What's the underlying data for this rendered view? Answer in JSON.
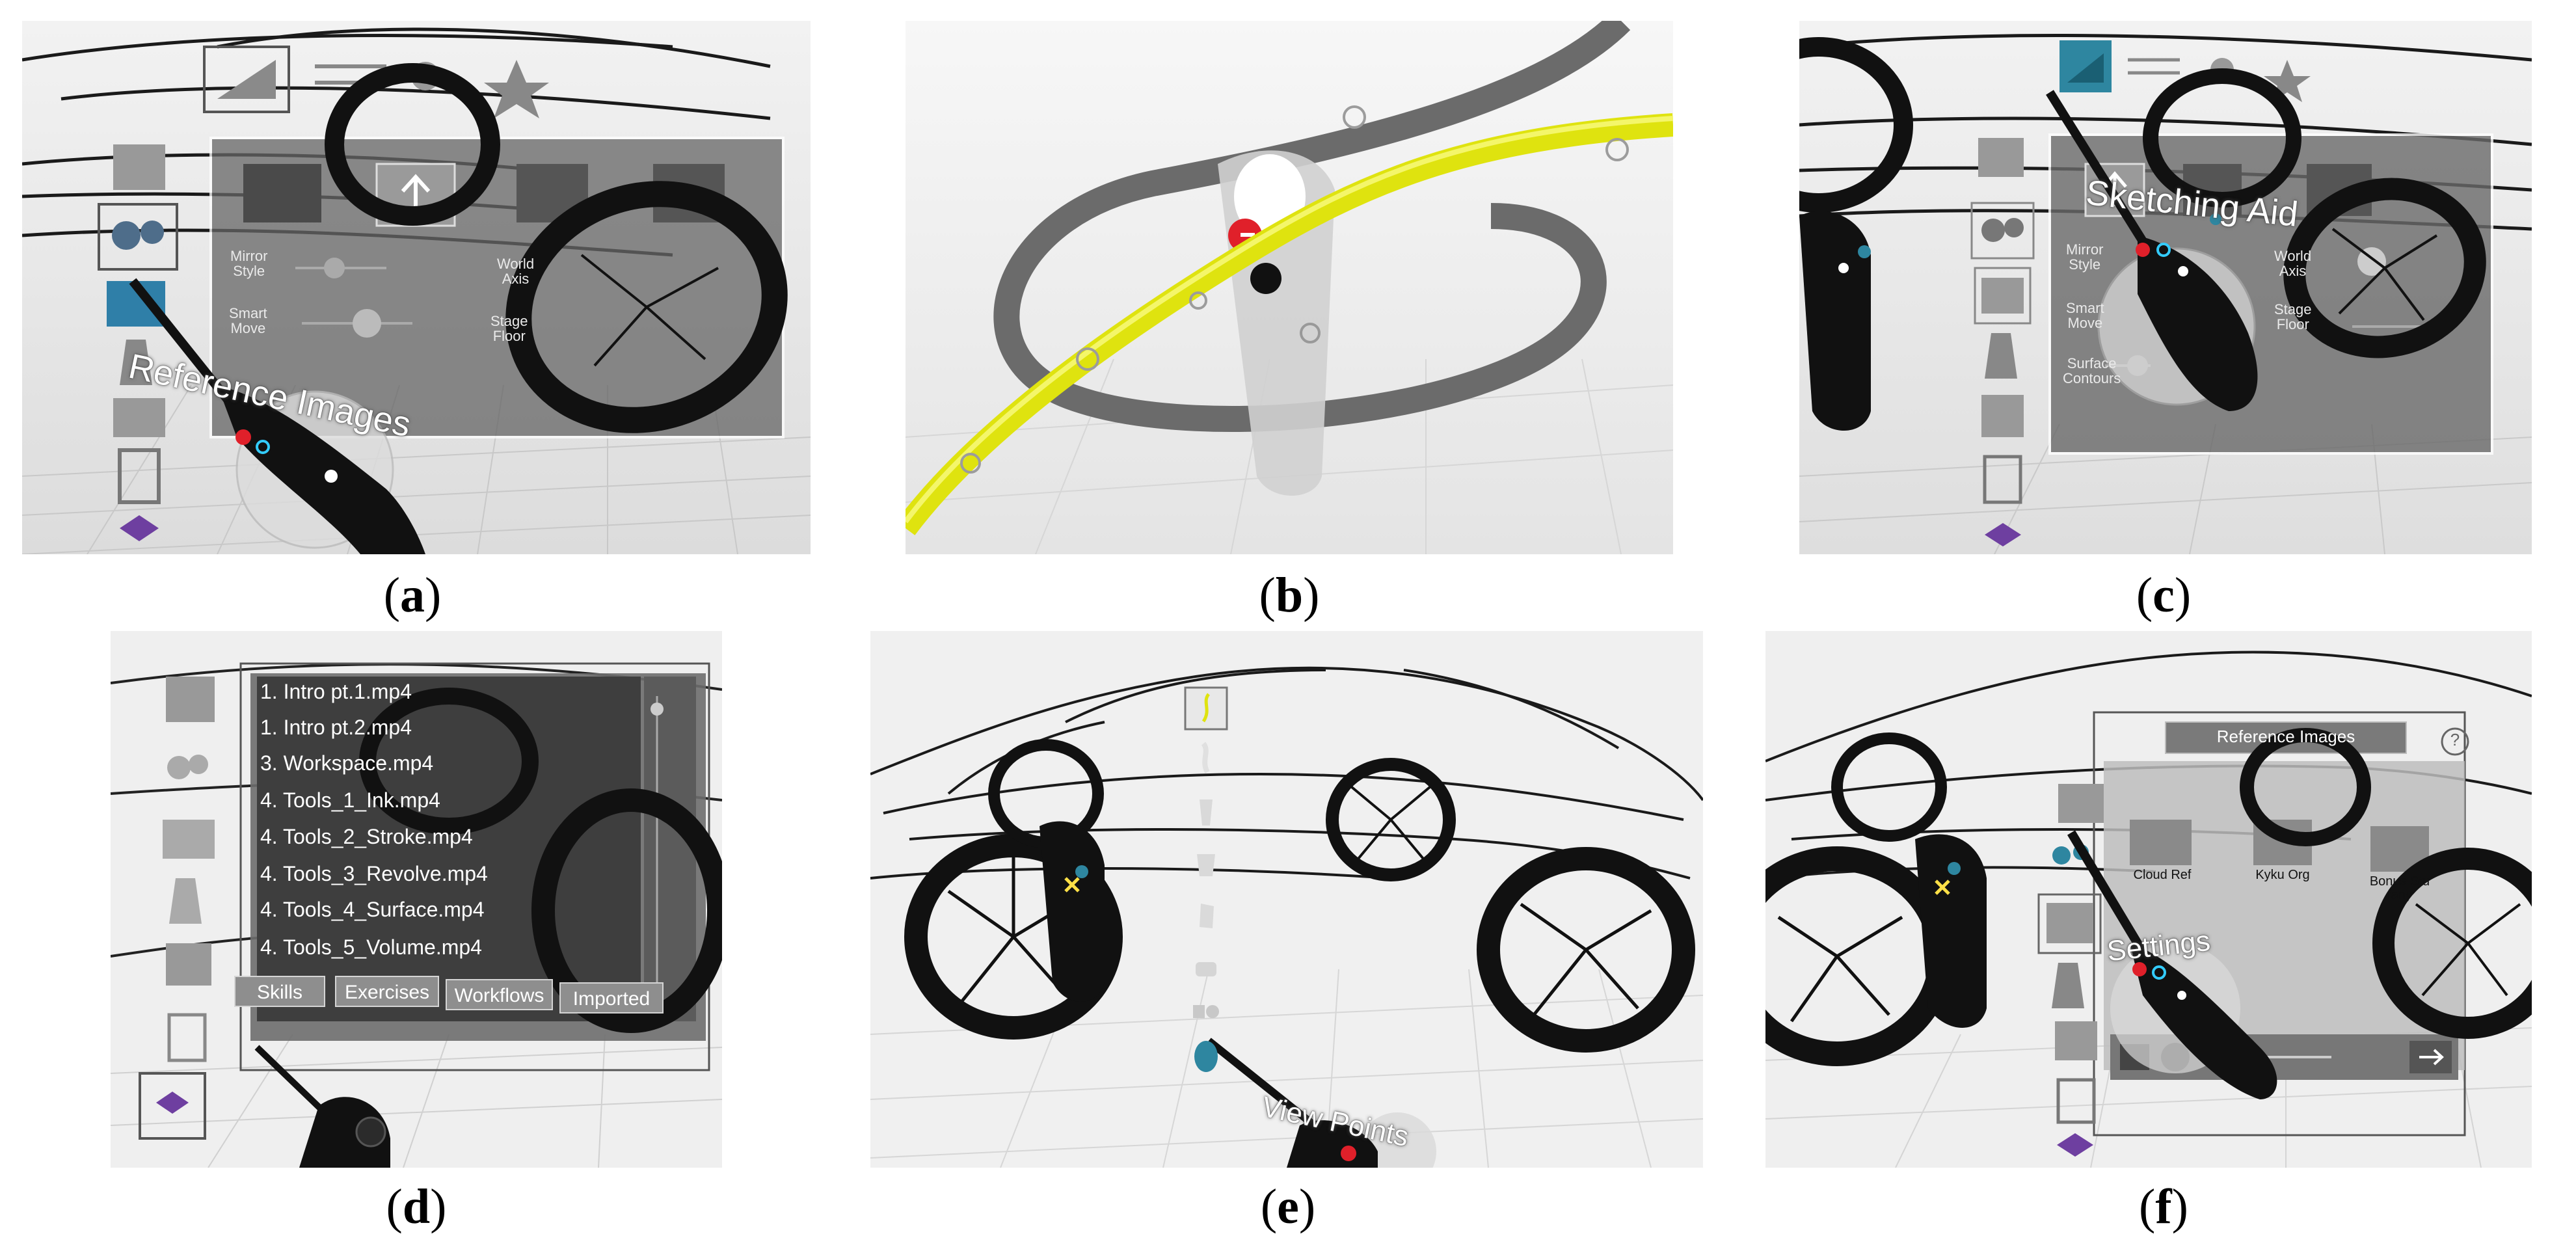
{
  "captions": {
    "a": "a",
    "b": "b",
    "c": "c",
    "d": "d",
    "e": "e",
    "f": "f"
  },
  "panel_a": {
    "title": "Reference Images",
    "settings": {
      "mirror_style": "Mirror\nStyle",
      "smart_move": "Smart\nMove",
      "world_axis": "World\nAxis",
      "stage_floor": "Stage\nFloor"
    }
  },
  "panel_c": {
    "title": "Sketching Aid",
    "settings": {
      "mirror_style": "Mirror\nStyle",
      "smart_move": "Smart\nMove",
      "world_axis": "World\nAxis",
      "stage_floor": "Stage\nFloor",
      "surface_contours": "Surface\nContours"
    }
  },
  "panel_d": {
    "files": [
      "1. Intro pt.1.mp4",
      "1. Intro pt.2.mp4",
      "3. Workspace.mp4",
      "4. Tools_1_Ink.mp4",
      "4. Tools_2_Stroke.mp4",
      "4. Tools_3_Revolve.mp4",
      "4. Tools_4_Surface.mp4",
      "4. Tools_5_Volume.mp4"
    ],
    "tabs": [
      "Skills",
      "Exercises",
      "Workflows",
      "Imported"
    ]
  },
  "panel_e": {
    "title": "View Points"
  },
  "panel_f": {
    "header": "Reference Images",
    "help": "?",
    "folders": [
      "Cloud Ref",
      "Kyku Org",
      "Bonus Stu\nfany"
    ],
    "title": "Settings"
  },
  "colors": {
    "accent_purple": "#6e3fa0",
    "yellow_stroke": "#dfe30f",
    "controller": "#111111",
    "teal": "#2e86a0",
    "red_button": "#e0202a"
  }
}
